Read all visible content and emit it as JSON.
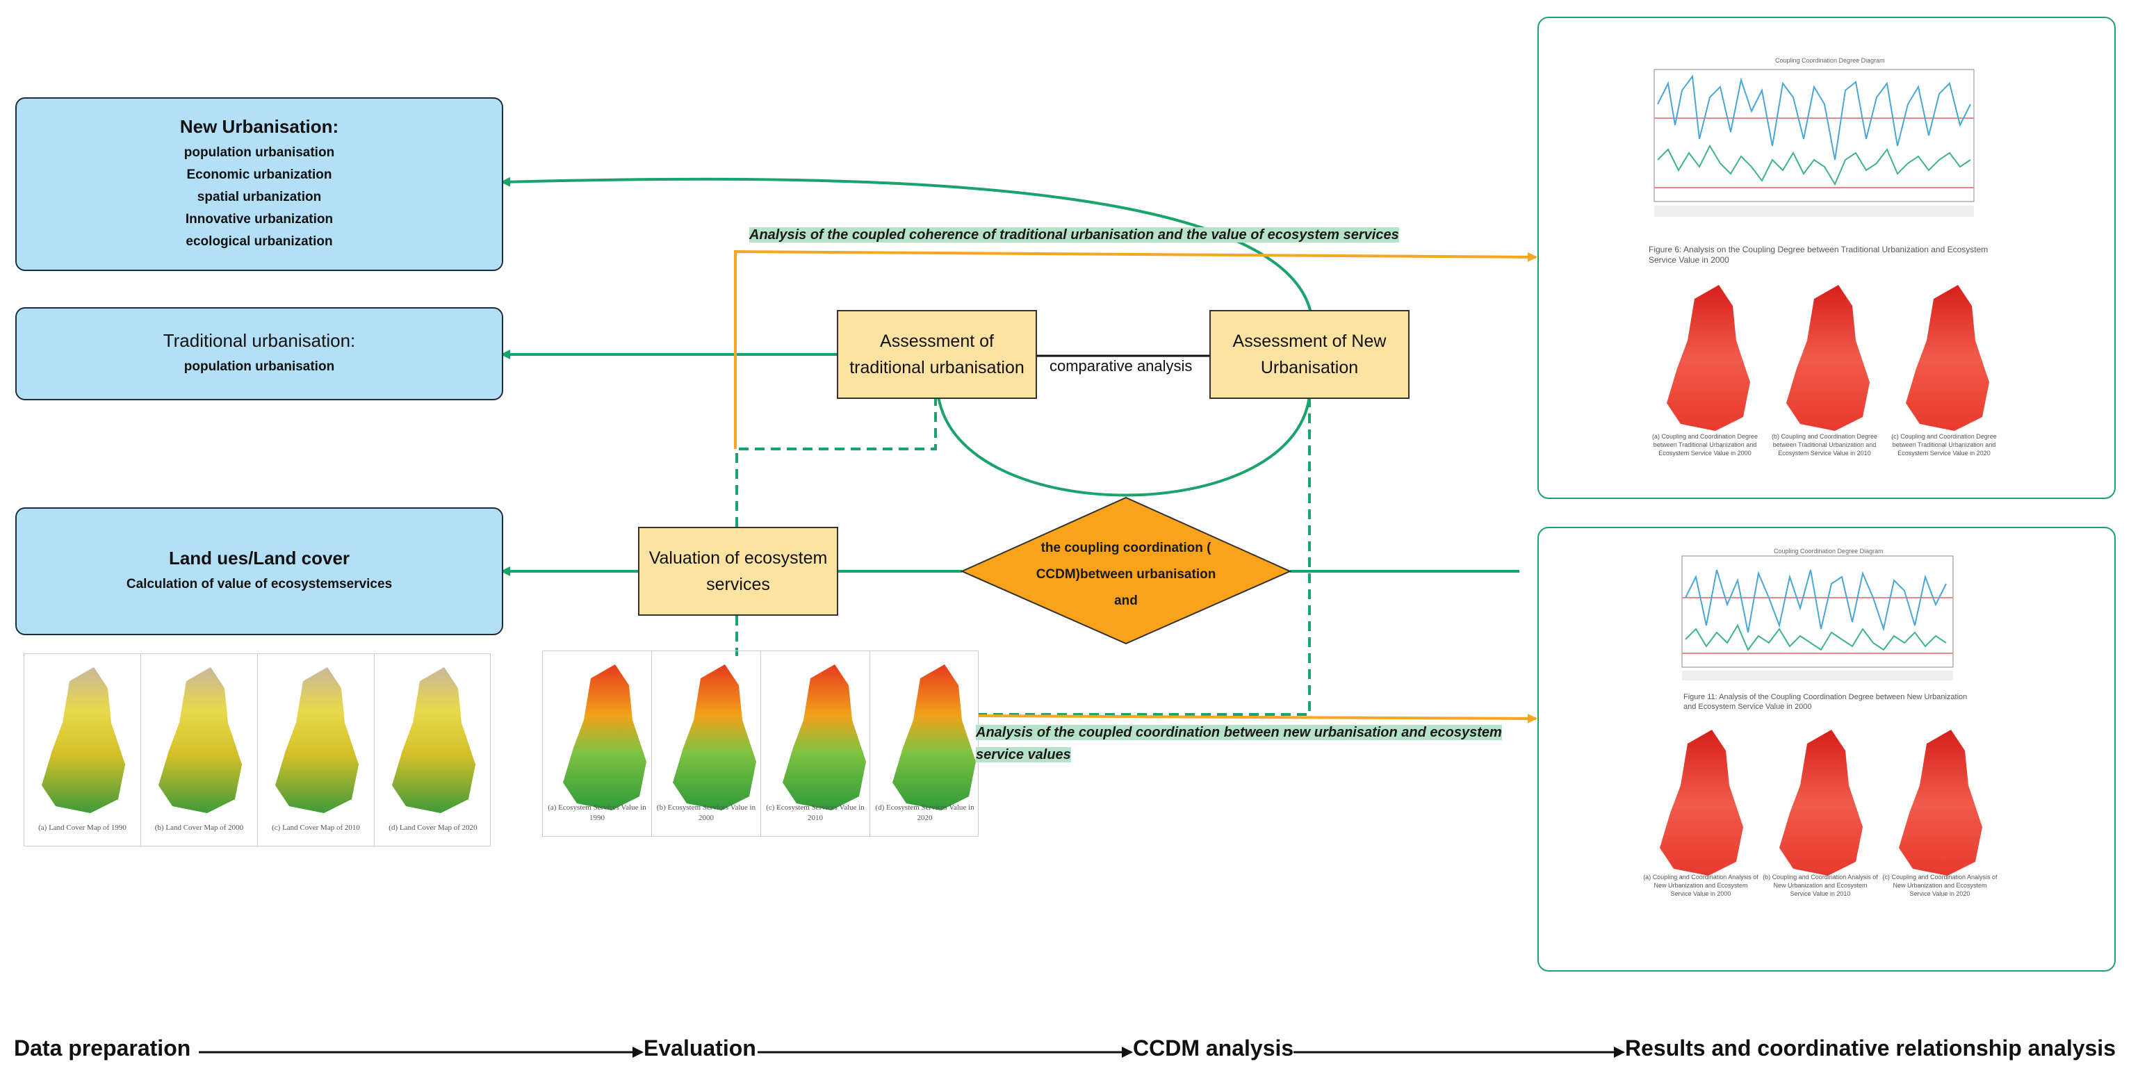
{
  "left_boxes": {
    "new_urbanisation": {
      "title": "New Urbanisation:",
      "items": [
        "population urbanisation",
        "Economic urbanization",
        "spatial urbanization",
        "Innovative urbanization",
        "ecological urbanization"
      ]
    },
    "traditional": {
      "title": "Traditional urbanisation:",
      "items": [
        "population urbanisation"
      ]
    },
    "land": {
      "title": "Land ues/Land cover",
      "items": [
        "Calculation of value of ecosystemservices"
      ]
    }
  },
  "process": {
    "assess_traditional": "Assessment of traditional urbanisation",
    "assess_new": "Assessment of New Urbanisation",
    "comparative": "comparative analysis",
    "valuation": "Valuation of ecosystem services",
    "ccdm": "the coupling coordination ( CCDM)between urbanisation and"
  },
  "labels": {
    "traditional_analysis": "Analysis of the coupled coherence of traditional urbanisation and the value of ecosystem services",
    "new_analysis": "Analysis of the coupled coordination between new urbanisation and ecosystem service values"
  },
  "land_maps": [
    "(a) Land Cover Map of 1990",
    "(b) Land Cover Map of 2000",
    "(c) Land Cover Map of 2010",
    "(d) Land Cover Map of 2020"
  ],
  "es_maps": [
    "(a) Ecosystem Services Value in 1990",
    "(b) Ecosystem Services Value in 2000",
    "(c) Ecosystem Services Value in 2010",
    "(d) Ecosystem Services Value in 2020"
  ],
  "result_top": {
    "chart_title": "Coupling Coordination Degree Diagram",
    "figure_caption": "Figure 6: Analysis on the Coupling Degree between Traditional Urbanization and Ecosystem Service Value in 2000",
    "maps": [
      "(a) Coupling and Coordination Degree between Traditional Urbanization and Ecosystem Service Value in 2000",
      "(b) Coupling and Coordination Degree between Traditional Urbanization and Ecosystem Service Value in 2010",
      "(c) Coupling and Coordination Degree between Traditional Urbanization and Ecosystem Service Value in 2020"
    ]
  },
  "result_bottom": {
    "chart_title": "Coupling Coordination Degree Diagram",
    "figure_caption": "Figure 11: Analysis of the Coupling Coordination Degree between New Urbanization and Ecosystem Service Value in 2000",
    "maps": [
      "(a) Coupling and Coordination Analysis of New Urbanization and Ecosystem Service Value in 2000",
      "(b) Coupling and Coordination Analysis of New Urbanization and Ecosystem Service Value in 2010",
      "(c) Coupling and Coordination Analysis of New Urbanization and Ecosystem Service Value in 2020"
    ]
  },
  "stages": [
    "Data preparation",
    "Evaluation",
    "CCDM analysis",
    "Results and coordinative relationship analysis"
  ],
  "colors": {
    "green": "#1aa36a",
    "orange": "#f5a623",
    "blue_box": "#b3e0f7",
    "yellow_box": "#fde3a1",
    "diamond": "#f9a21a",
    "highlight": "#b6e2c7"
  }
}
